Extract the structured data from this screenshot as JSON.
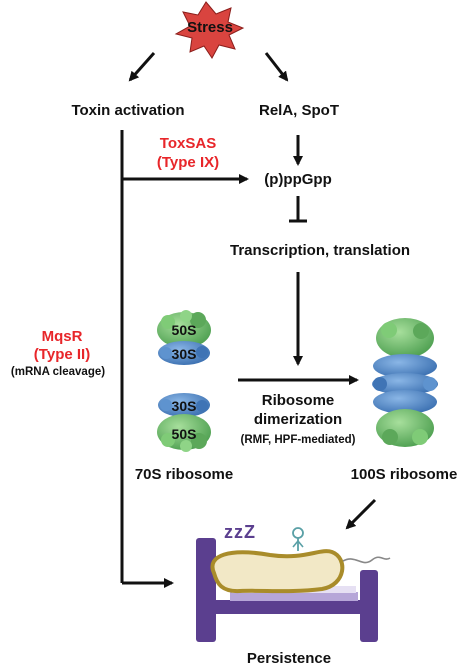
{
  "stress": "Stress",
  "toxin_activation": "Toxin activation",
  "rela_spot": "RelA, SpoT",
  "toxsas": {
    "name": "ToxSAS",
    "type": "(Type IX)"
  },
  "ppgpp": "(p)ppGpp",
  "transcription_translation": "Transcription, translation",
  "mqsr": {
    "name": "MqsR",
    "type": "(Type II)",
    "note": "(mRNA cleavage)"
  },
  "ribosome_70s": {
    "subunit_large": "50S",
    "subunit_small": "30S",
    "label": "70S ribosome"
  },
  "dimerization": {
    "line1": "Ribosome",
    "line2": "dimerization",
    "note": "(RMF, HPF-mediated)"
  },
  "ribosome_100s": "100S ribosome",
  "persistence": "Persistence",
  "sleep_symbol": "zzZ",
  "colors": {
    "stress_star": "#d9443f",
    "red_label": "#e8262a",
    "ribosome_green": "#6fbf6a",
    "ribosome_blue": "#4e86c6",
    "bed": "#5b3f8f",
    "cell_fill": "#f2e8c6",
    "cell_outline": "#a98c2a"
  }
}
